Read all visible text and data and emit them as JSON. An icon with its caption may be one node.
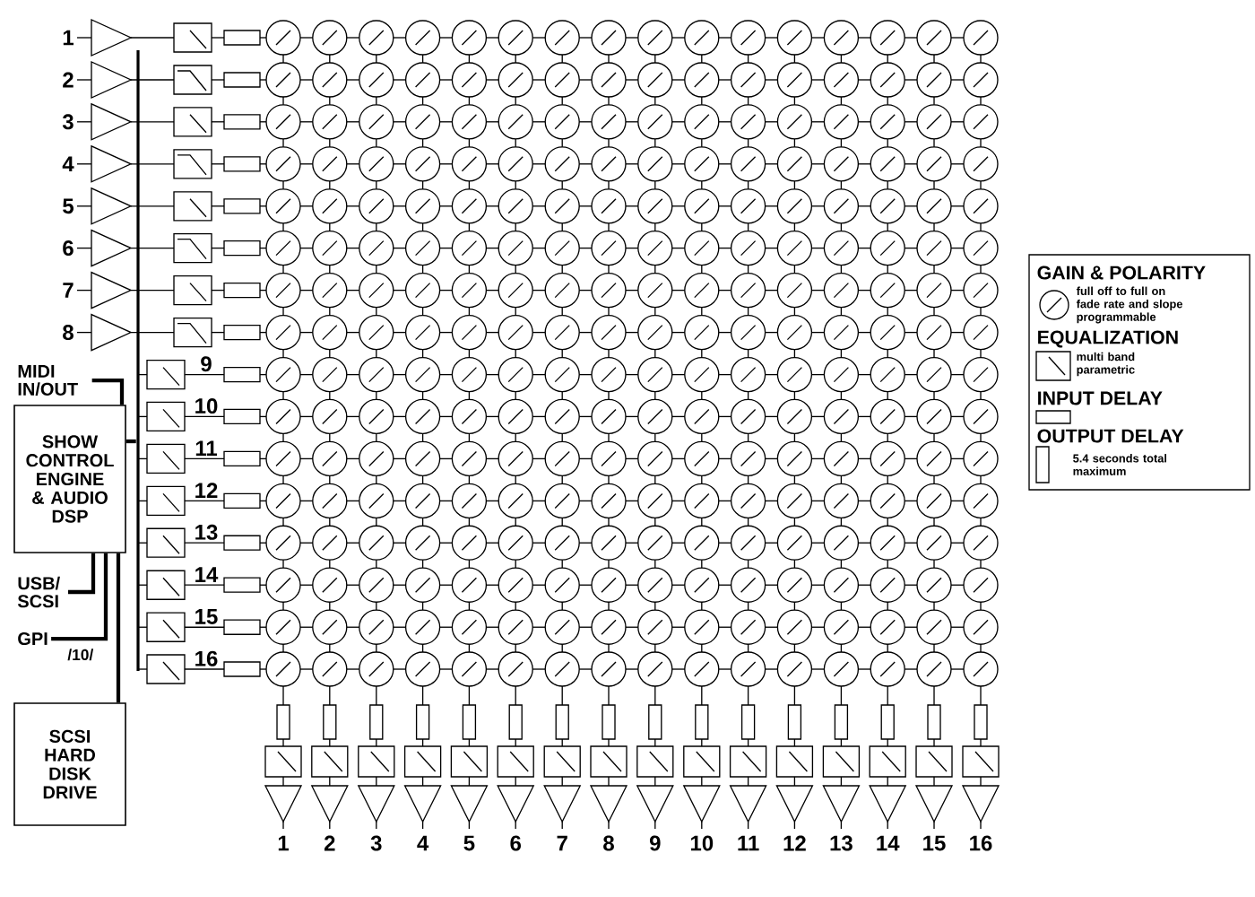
{
  "diagram": {
    "nodes": [
      {
        "text": [
          "MIDI IN/OUT"
        ]
      },
      {
        "text": [
          "SHOW CONTROL ENGINE & AUDIO DSP"
        ]
      },
      {
        "text": [
          "USB/ SCSI"
        ]
      },
      {
        "text": [
          "GPI"
        ]
      },
      {
        "text": [
          "SCSI HARD DISK DRIVE"
        ]
      },
      {
        "text": [],
        "shape": "bar"
      }
    ],
    "edges": [
      {
        "from": 0,
        "to": 1,
        "arrow": "none"
      },
      {
        "from": 2,
        "to": 1,
        "arrow": "none"
      },
      {
        "from": 3,
        "to": 1,
        "arrow": "none"
      },
      {
        "from": 1,
        "to": 4,
        "arrow": "none"
      },
      {
        "from": 1,
        "to": 5,
        "arrow": "none"
      }
    ],
    "labels": [
      "1",
      "2",
      "3",
      "4",
      "5",
      "6",
      "7",
      "8",
      "9",
      "10",
      "11",
      "12",
      "13",
      "14",
      "15",
      "/10/",
      "16",
      "1",
      "2",
      "3",
      "4",
      "5",
      "6",
      "7",
      "8",
      "9",
      "10",
      "11",
      "12",
      "13",
      "14",
      "15",
      "16",
      "full off to full on fade rate and slope programmable",
      "multi band parametric",
      "5.4 seconds total maximum"
    ],
    "legend": [
      {
        "text": "GAIN & POLARITY"
      },
      {
        "text": "EQUALIZATION"
      },
      {
        "text": "INPUT DELAY"
      },
      {
        "text": "OUTPUT DELAY"
      }
    ]
  }
}
